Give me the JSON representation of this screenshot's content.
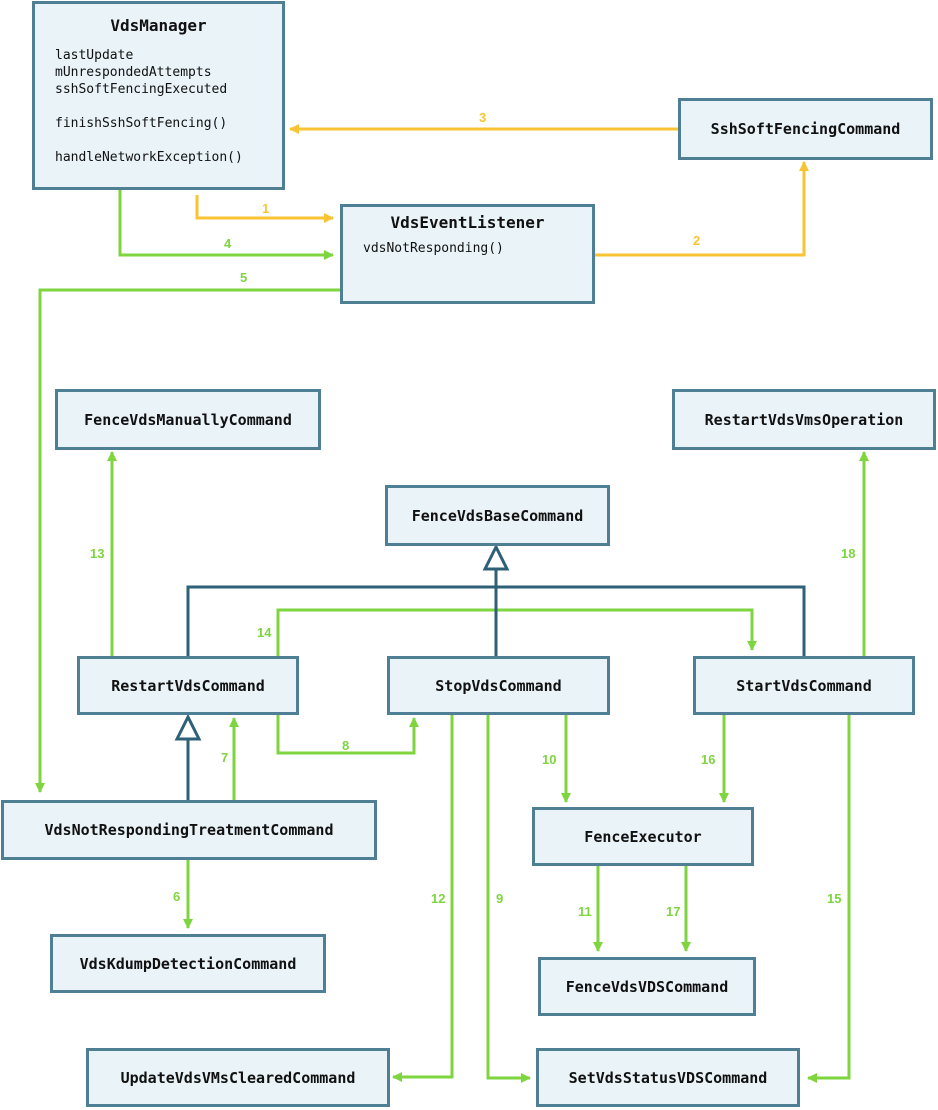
{
  "colors": {
    "yellow": "#f9c433",
    "green": "#7ed540",
    "inherit": "#2e6177",
    "node_fill": "#e9f3f8",
    "node_border": "#4f7f94"
  },
  "nodes": {
    "vds_manager": {
      "title": "VdsManager",
      "fields": [
        "lastUpdate",
        "mUnrespondedAttempts",
        "sshSoftFencingExecuted"
      ],
      "method1": "finishSshSoftFencing()",
      "method2": "handleNetworkException()"
    },
    "vds_event_listener": {
      "title": "VdsEventListener",
      "method": "vdsNotResponding()"
    },
    "ssh_soft_fencing_command": "SshSoftFencingCommand",
    "fence_vds_manually_command": "FenceVdsManuallyCommand",
    "restart_vds_vms_operation": "RestartVdsVmsOperation",
    "fence_vds_base_command": "FenceVdsBaseCommand",
    "restart_vds_command": "RestartVdsCommand",
    "stop_vds_command": "StopVdsCommand",
    "start_vds_command": "StartVdsCommand",
    "vds_not_responding_treatment_command": "VdsNotRespondingTreatmentCommand",
    "vds_kdump_detection_command": "VdsKdumpDetectionCommand",
    "fence_executor": "FenceExecutor",
    "fence_vds_vds_command": "FenceVdsVDSCommand",
    "update_vds_vms_cleared_command": "UpdateVdsVMsClearedCommand",
    "set_vds_status_vds_command": "SetVdsStatusVDSCommand"
  },
  "edge_labels": {
    "e1": "1",
    "e2": "2",
    "e3": "3",
    "e4": "4",
    "e5": "5",
    "e6": "6",
    "e7": "7",
    "e8": "8",
    "e9": "9",
    "e10": "10",
    "e11": "11",
    "e12": "12",
    "e13": "13",
    "e14": "14",
    "e15": "15",
    "e16": "16",
    "e17": "17",
    "e18": "18"
  }
}
